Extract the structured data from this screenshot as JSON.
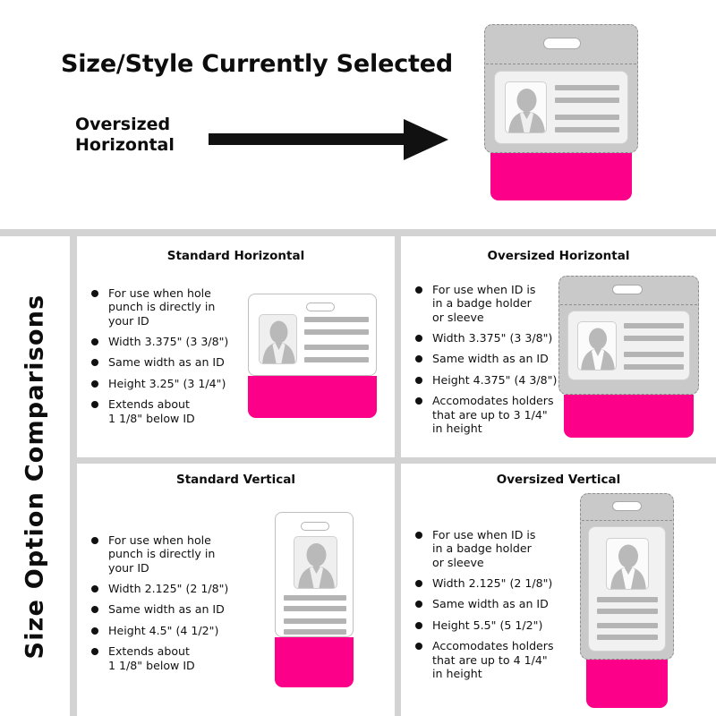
{
  "hero": {
    "title": "Size/Style Currently Selected",
    "selected_label": "Oversized\nHorizontal",
    "arrow_icon": "right-arrow-icon"
  },
  "sidebar": {
    "label": "Size Option Comparisons"
  },
  "colors": {
    "pink": "#fc0089",
    "divider_gray": "#d3d3d3",
    "sleeve_gray": "#c9c9c9",
    "line_gray": "#b4b4b4",
    "text": "#111111"
  },
  "panels": [
    {
      "id": "standard-horizontal",
      "title": "Standard Horizontal",
      "orientation": "horizontal",
      "has_sleeve": false,
      "bullets": [
        "For use when hole\npunch is directly in\nyour ID",
        "Width 3.375\" (3 3/8\")",
        "Same width as an ID",
        "Height 3.25\" (3 1/4\")",
        "Extends about\n1 1/8\" below ID"
      ]
    },
    {
      "id": "oversized-horizontal",
      "title": "Oversized Horizontal",
      "orientation": "horizontal",
      "has_sleeve": true,
      "bullets": [
        "For use when ID is\nin a badge holder\nor sleeve",
        "Width 3.375\" (3 3/8\")",
        "Same width as an ID",
        "Height 4.375\" (4 3/8\")",
        "Accomodates holders\nthat are up to 3 1/4\"\nin height"
      ]
    },
    {
      "id": "standard-vertical",
      "title": "Standard Vertical",
      "orientation": "vertical",
      "has_sleeve": false,
      "bullets": [
        "For use when hole\npunch is directly in\nyour ID",
        "Width 2.125\" (2 1/8\")",
        "Same width as an ID",
        "Height 4.5\" (4 1/2\")",
        "Extends about\n1 1/8\" below ID"
      ]
    },
    {
      "id": "oversized-vertical",
      "title": "Oversized Vertical",
      "orientation": "vertical",
      "has_sleeve": true,
      "bullets": [
        "For use when ID is\nin a badge holder\nor sleeve",
        "Width 2.125\" (2 1/8\")",
        "Same width as an ID",
        "Height 5.5\" (5 1/2\")",
        "Accomodates holders\nthat are up to 4 1/4\"\nin height"
      ]
    }
  ]
}
